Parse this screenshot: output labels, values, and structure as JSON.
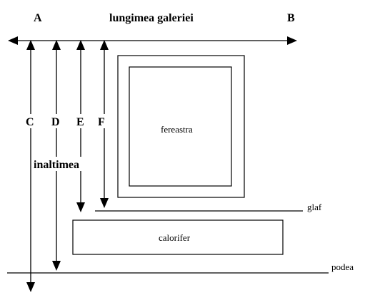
{
  "labels": {
    "point_a": "A",
    "point_b": "B",
    "gallery_length": "lungimea galeriei",
    "dim_c": "C",
    "dim_d": "D",
    "dim_e": "E",
    "dim_f": "F",
    "height": "inaltimea",
    "window": "fereastra",
    "sill": "glaf",
    "radiator": "calorifer",
    "floor": "podea"
  },
  "colors": {
    "stroke": "#000000",
    "background": "#ffffff"
  }
}
